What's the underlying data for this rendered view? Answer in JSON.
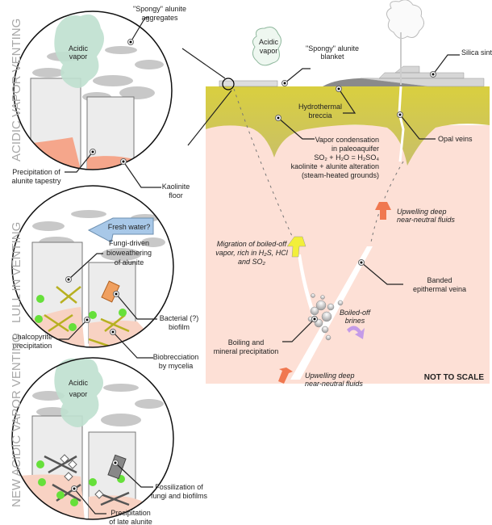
{
  "panels": {
    "stage1": {
      "title": "ACIDIC VAPOR VENTING",
      "vapor": [
        "Acidic",
        "vapor"
      ],
      "spongy": [
        "\"Spongy\" alunite",
        "aggregates"
      ],
      "tapestry": [
        "Precipitation of",
        "alunite tapestry"
      ],
      "kaolinite": [
        "Kaolinite",
        "floor"
      ]
    },
    "stage2": {
      "title": "LULL IN VENTING",
      "fresh_water": "Fresh water?",
      "fungi": [
        "Fungi-driven",
        "bioweathering",
        "of alunite"
      ],
      "bacterial": [
        "Bacterial (?)",
        "biofilm"
      ],
      "chalcopyrite": [
        "Chalcopyrite",
        "precipitation"
      ],
      "biobrecciation": [
        "Biobrecciation",
        "by mycelia"
      ]
    },
    "stage3": {
      "title": "NEW ACIDIC VAPOR VENTING",
      "vapor": [
        "Acidic",
        "vapor"
      ],
      "fossilization": [
        "Fossilization of",
        "fungi and biofilms"
      ],
      "late_alunite": [
        "Precipitation",
        "of late alunite"
      ]
    }
  },
  "cross_section": {
    "vapor": [
      "Acidic",
      "vapor"
    ],
    "blanket": [
      "\"Spongy\" alunite",
      "blanket"
    ],
    "sinter": "Silica sinter",
    "breccia": [
      "Hydrothermal",
      "breccia"
    ],
    "condensation": [
      "Vapor condensation",
      "in paleoaquifer",
      "SO₂ + H₂O = H₂SO₄",
      "kaolinite + alunite alteration",
      "(steam-heated grounds)"
    ],
    "opal": "Opal veins",
    "upwelling_top": [
      "Upwelling deep",
      "near-neutral fluids"
    ],
    "migration": [
      "Migration of boiled-off",
      "vapor, rich in H₂S, HCl",
      "and SO₂"
    ],
    "banded": [
      "Banded",
      "epithermal veina"
    ],
    "brines": [
      "Boiled-off",
      "brines"
    ],
    "boiling": [
      "Boiling and",
      "mineral precipitation"
    ],
    "upwelling_bottom": [
      "Upwelling deep",
      "near-neutral fluids"
    ],
    "scale_note": "NOT TO SCALE"
  },
  "colors": {
    "ground": "#fde0d6",
    "soil": "#d9cf4f",
    "vapor": "#bfe0cf",
    "kaolinite": "#f5a68b",
    "arrow_up": "#f07850",
    "arrow_vapor": "#f2ef3a",
    "brine_arrow": "#c49be8",
    "chalcopyrite": "#66e03a"
  }
}
